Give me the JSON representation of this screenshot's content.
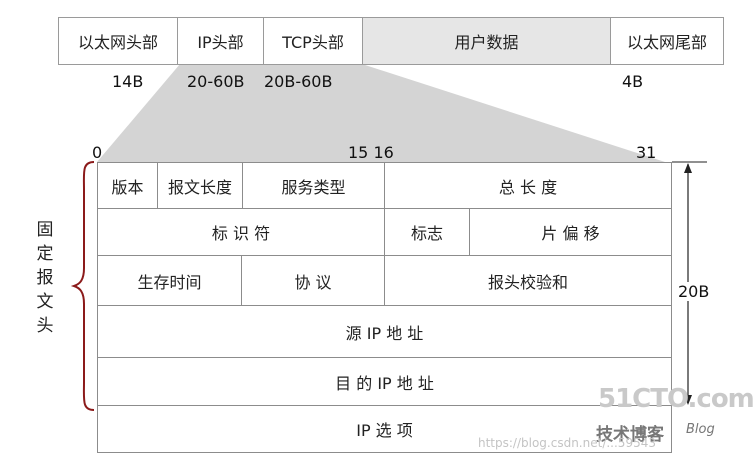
{
  "packet": {
    "segments": [
      {
        "label": "以太网头部",
        "size": "14B"
      },
      {
        "label": "IP头部",
        "size": "20-60B"
      },
      {
        "label": "TCP头部",
        "size": "20B-60B"
      },
      {
        "label": "用户数据",
        "size": ""
      },
      {
        "label": "以太网尾部",
        "size": "4B"
      }
    ]
  },
  "bits": {
    "b0": "0",
    "b15_16": "15 16",
    "b31": "31"
  },
  "header_rows": [
    [
      "版本",
      "报文长度",
      "服务类型",
      "总 长 度"
    ],
    [
      "标 识 符",
      "标志",
      "片 偏 移"
    ],
    [
      "生存时间",
      "协 议",
      "报头校验和"
    ],
    [
      "源 IP 地 址"
    ],
    [
      "目 的 IP 地 址"
    ],
    [
      "IP 选 项"
    ]
  ],
  "fixed_label": "固定报文头",
  "size_label": "20B",
  "watermark": {
    "brand": "51CTO.com",
    "sub": "技术博客",
    "blog": "Blog",
    "url": "https://blog.csdn.net/...59543"
  },
  "colors": {
    "user_data_bg": "#e6e6e6",
    "brace": "#8b1a1a",
    "funnel": "#c9c9c9"
  }
}
